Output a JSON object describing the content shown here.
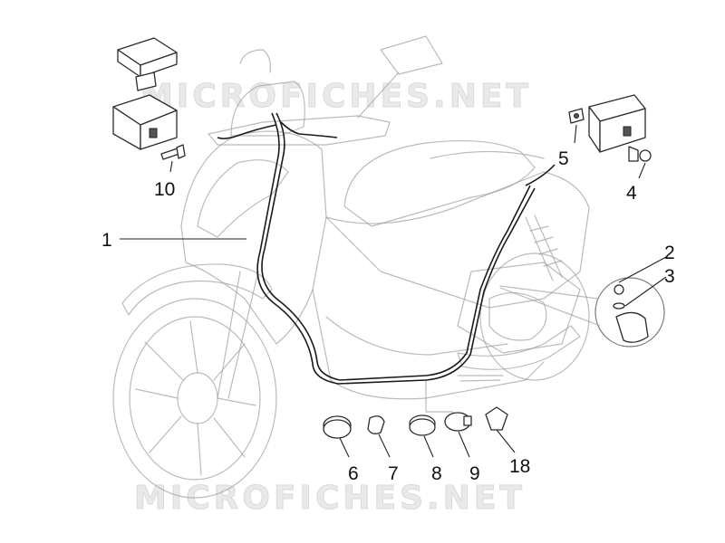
{
  "watermark_top": "MICROFICHES.NET",
  "watermark_bottom": "MICROFICHES.NET",
  "callouts": {
    "c1": "1",
    "c2": "2",
    "c3": "3",
    "c4": "4",
    "c5": "5",
    "c6": "6",
    "c7": "7",
    "c8": "8",
    "c9": "9",
    "c10": "10",
    "c18": "18"
  }
}
